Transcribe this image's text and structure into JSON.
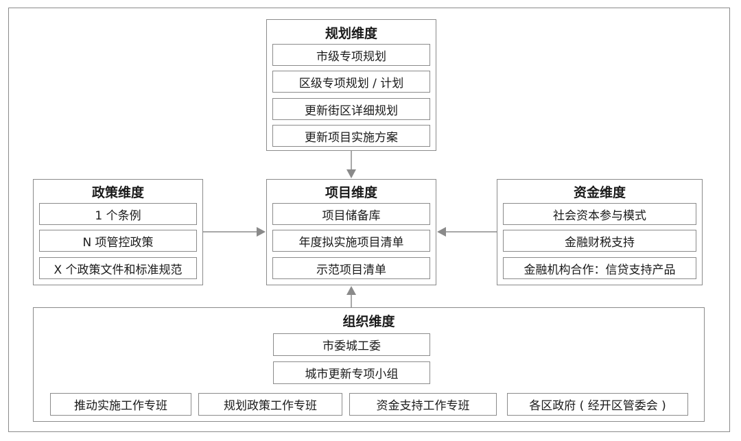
{
  "planning": {
    "title": "规划维度",
    "items": [
      "市级专项规划",
      "区级专项规划 / 计划",
      "更新街区详细规划",
      "更新项目实施方案"
    ]
  },
  "policy": {
    "title": "政策维度",
    "items": [
      "1 个条例",
      "N 项管控政策",
      "X 个政策文件和标准规范"
    ]
  },
  "project": {
    "title": "项目维度",
    "items": [
      "项目储备库",
      "年度拟实施项目清单",
      "示范项目清单"
    ]
  },
  "funding": {
    "title": "资金维度",
    "items": [
      "社会资本参与模式",
      "金融财税支持",
      "金融机构合作：信贷支持产品"
    ]
  },
  "organization": {
    "title": "组织维度",
    "items": [
      "市委城工委",
      "城市更新专项小组"
    ],
    "teams": [
      "推动实施工作专班",
      "规划政策工作专班",
      "资金支持工作专班",
      "各区政府 ( 经开区管委会 )"
    ]
  }
}
